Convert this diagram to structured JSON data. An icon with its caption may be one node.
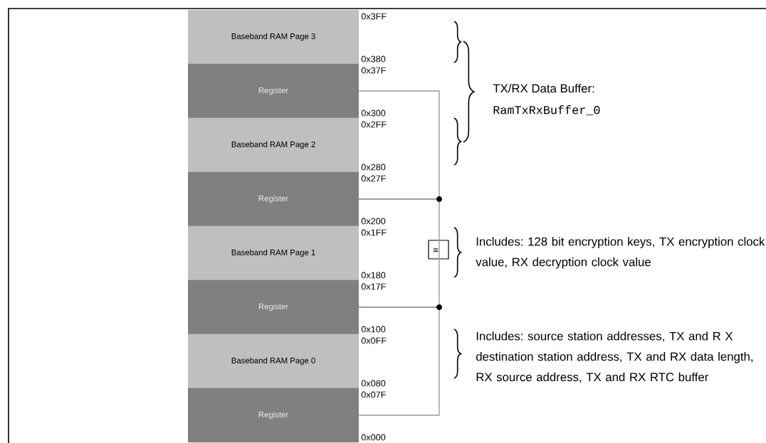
{
  "diagram": {
    "nodes": [
      {
        "text": [
          "Baseband RAM Page 3"
        ]
      },
      {
        "text": [
          "Register"
        ]
      },
      {
        "text": [
          "Baseband RAM Page 2"
        ]
      },
      {
        "text": [
          "Register"
        ]
      },
      {
        "text": [
          "Baseband RAM Page 1"
        ]
      },
      {
        "text": [
          "Register"
        ]
      },
      {
        "text": [
          "Baseband RAM Page 0"
        ]
      },
      {
        "text": [
          "Register"
        ]
      },
      {
        "text": [
          "TX/RX Data Buffer:",
          "RamTxRxBuffer_0"
        ]
      },
      {
        "text": [
          "Includes: 128 bit encryption keys, TX encryption clock value, RX decryption clock value"
        ]
      },
      {
        "text": [
          "Includes: source station addresses, TX and R X destination station address, TX and RX data length,",
          "RX source address, TX and RX RTC buffer"
        ]
      }
    ],
    "edges": [
      {
        "from": 1,
        "to": 3,
        "arrow": "none"
      },
      {
        "from": 3,
        "to": 5,
        "arrow": "none"
      },
      {
        "from": 5,
        "to": 7,
        "arrow": "none"
      }
    ],
    "labels": [
      "0x3FF",
      "0x380",
      "0x37F",
      "0x300",
      "0x2FF",
      "0x280",
      "0x27F",
      "0x200",
      "0x1FF",
      "0x180",
      "0x17F",
      "0x100",
      "0x0FF",
      "0x080",
      "0x07F",
      "0x000",
      "≅"
    ]
  }
}
